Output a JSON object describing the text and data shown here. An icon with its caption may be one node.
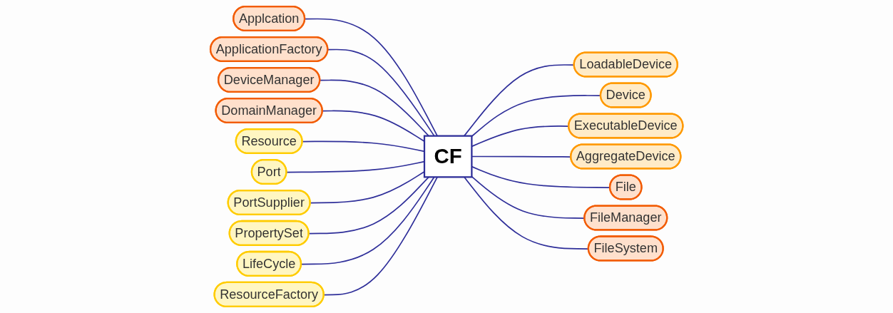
{
  "diagram": {
    "nodes": [
      {
        "text": [
          "CF"
        ]
      },
      {
        "text": [
          "Applcation"
        ]
      },
      {
        "text": [
          "ApplicationFactory"
        ]
      },
      {
        "text": [
          "DeviceManager"
        ]
      },
      {
        "text": [
          "DomainManager"
        ]
      },
      {
        "text": [
          "LoadableDevice"
        ]
      },
      {
        "text": [
          "Device"
        ]
      },
      {
        "text": [
          "ExecutableDevice"
        ]
      },
      {
        "text": [
          "AggregateDevice"
        ]
      },
      {
        "text": [
          "Resource"
        ]
      },
      {
        "text": [
          "Port"
        ]
      },
      {
        "text": [
          "PortSupplier"
        ]
      },
      {
        "text": [
          "PropertySet"
        ]
      },
      {
        "text": [
          "LifeCycle"
        ]
      },
      {
        "text": [
          "ResourceFactory"
        ]
      },
      {
        "text": [
          "File"
        ]
      },
      {
        "text": [
          "FileManager"
        ]
      },
      {
        "text": [
          "FileSystem"
        ]
      }
    ],
    "edges": [
      {
        "from": 1,
        "to": 0,
        "arrow": "none"
      },
      {
        "from": 2,
        "to": 0,
        "arrow": "none"
      },
      {
        "from": 3,
        "to": 0,
        "arrow": "none"
      },
      {
        "from": 4,
        "to": 0,
        "arrow": "none"
      },
      {
        "from": 0,
        "to": 5,
        "arrow": "none"
      },
      {
        "from": 0,
        "to": 6,
        "arrow": "none"
      },
      {
        "from": 0,
        "to": 7,
        "arrow": "none"
      },
      {
        "from": 0,
        "to": 8,
        "arrow": "none"
      },
      {
        "from": 9,
        "to": 0,
        "arrow": "none"
      },
      {
        "from": 10,
        "to": 0,
        "arrow": "none"
      },
      {
        "from": 11,
        "to": 0,
        "arrow": "none"
      },
      {
        "from": 12,
        "to": 0,
        "arrow": "none"
      },
      {
        "from": 13,
        "to": 0,
        "arrow": "none"
      },
      {
        "from": 14,
        "to": 0,
        "arrow": "none"
      },
      {
        "from": 0,
        "to": 15,
        "arrow": "none"
      },
      {
        "from": 0,
        "to": 16,
        "arrow": "none"
      },
      {
        "from": 0,
        "to": 17,
        "arrow": "none"
      }
    ]
  }
}
